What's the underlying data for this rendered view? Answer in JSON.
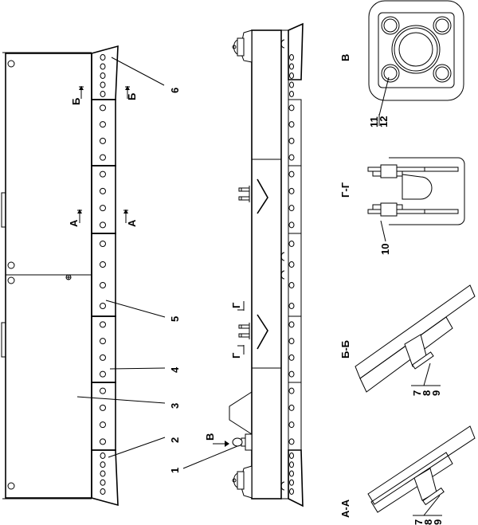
{
  "callouts": {
    "c1": "1",
    "c2": "2",
    "c3": "3",
    "c4": "4",
    "c5": "5",
    "c6": "6",
    "c10": "10",
    "c11": "11",
    "c12": "12",
    "c7": "7",
    "c8": "8",
    "c9": "9",
    "c7b": "7",
    "c8b": "8",
    "c9b": "9"
  },
  "section_marks": {
    "a": "А",
    "b": "Б",
    "v": "В",
    "g": "Г"
  },
  "view_titles": {
    "v": "В",
    "gg": "Г-Г",
    "bb": "Б-Б",
    "aa": "А-А"
  }
}
